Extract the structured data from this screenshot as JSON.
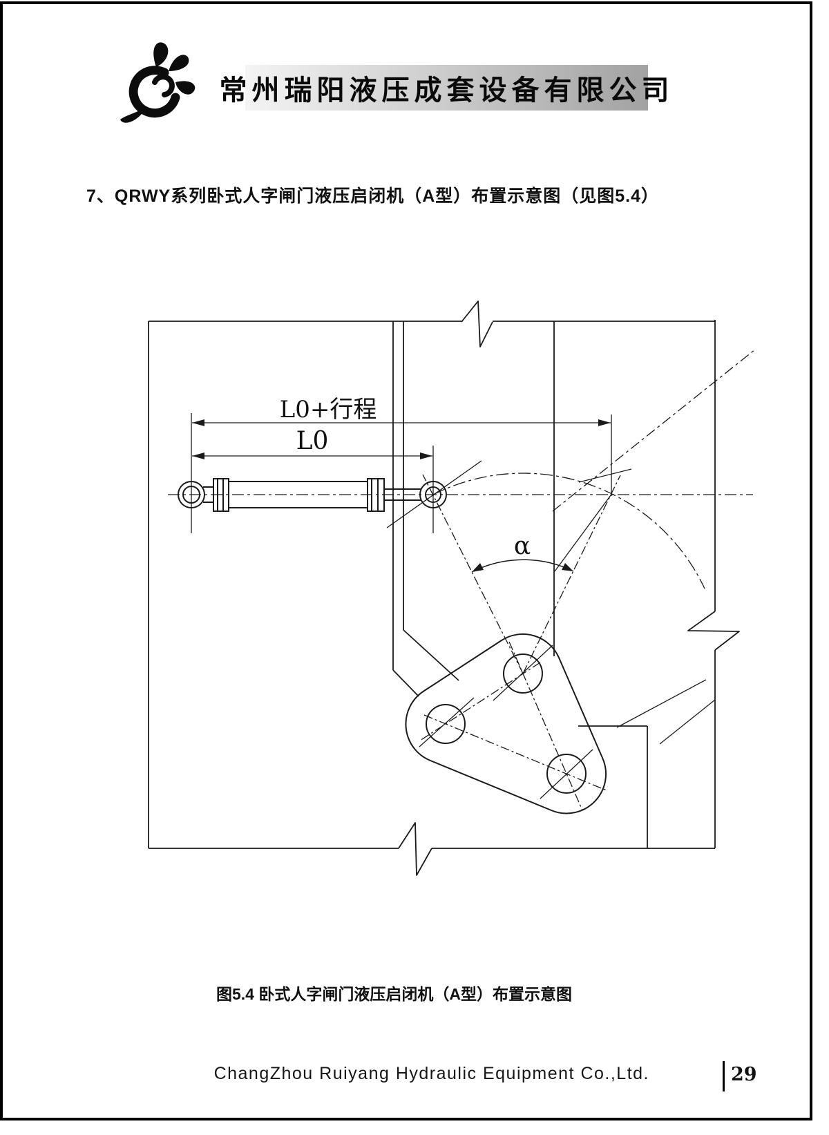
{
  "page": {
    "background": "#ffffff",
    "ink": "#1a1a1a"
  },
  "header": {
    "logo_icon": "swirl-leaf-logo",
    "company_cn": "常州瑞阳液压成套设备有限公司",
    "banner_gradient_from": "#f4f4f4",
    "banner_gradient_to": "#a2a2a2"
  },
  "heading": {
    "text": "7、QRWY系列卧式人字闸门液压启闭机（A型）布置示意图（见图5.4）"
  },
  "figure": {
    "dim_total_label": "L0+行程",
    "dim_l0_label": "L0",
    "angle_label": "α"
  },
  "caption": {
    "text": "图5.4 卧式人字闸门液压启闭机（A型）布置示意图"
  },
  "footer": {
    "company_en": "ChangZhou Ruiyang Hydraulic Equipment Co.,Ltd.",
    "page_number": "29"
  }
}
